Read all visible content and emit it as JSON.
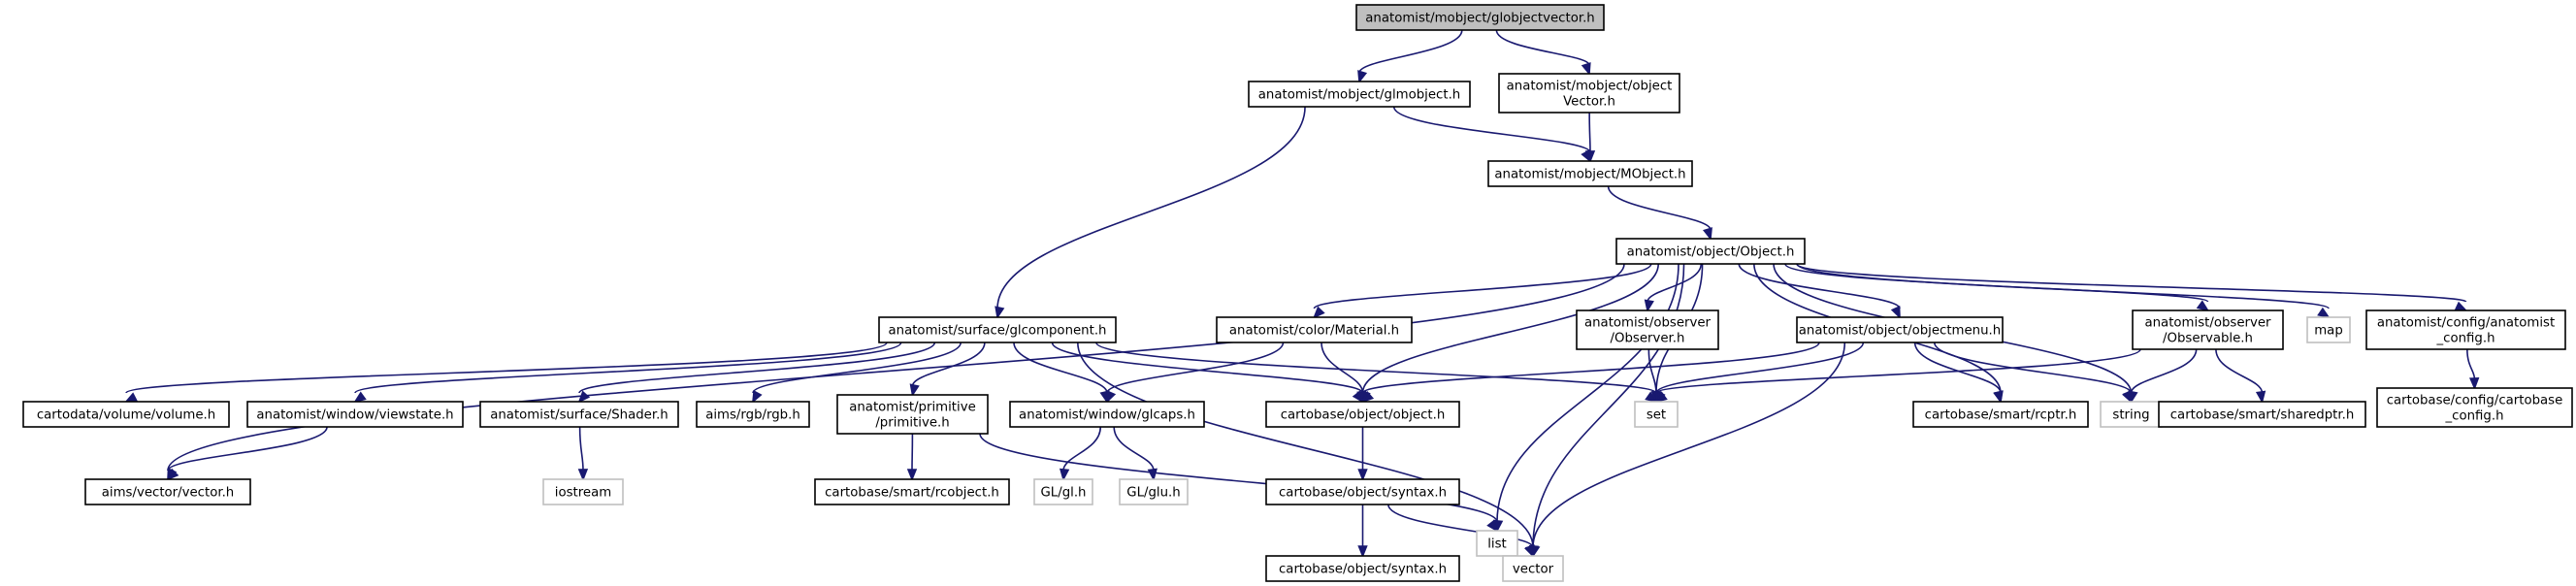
{
  "title": "anatomist/mobject/globjectvector.h",
  "colors": {
    "edge": "#191970",
    "root_fill": "#bfbfbf",
    "external_border": "#bfbfbf"
  },
  "nodes": [
    {
      "id": "root",
      "lines": [
        "anatomist/mobject/globjectvector.h"
      ],
      "kind": "root"
    },
    {
      "id": "glmobject",
      "lines": [
        "anatomist/mobject/glmobject.h"
      ],
      "kind": "normal"
    },
    {
      "id": "objectvector",
      "lines": [
        "anatomist/mobject/object",
        "Vector.h"
      ],
      "kind": "normal"
    },
    {
      "id": "mobject",
      "lines": [
        "anatomist/mobject/MObject.h"
      ],
      "kind": "normal"
    },
    {
      "id": "object",
      "lines": [
        "anatomist/object/Object.h"
      ],
      "kind": "normal"
    },
    {
      "id": "glcomponent",
      "lines": [
        "anatomist/surface/glcomponent.h"
      ],
      "kind": "normal"
    },
    {
      "id": "material",
      "lines": [
        "anatomist/color/Material.h"
      ],
      "kind": "normal"
    },
    {
      "id": "observer",
      "lines": [
        "anatomist/observer",
        "/Observer.h"
      ],
      "kind": "normal"
    },
    {
      "id": "objectmenu",
      "lines": [
        "anatomist/object/objectmenu.h"
      ],
      "kind": "normal"
    },
    {
      "id": "observable",
      "lines": [
        "anatomist/observer",
        "/Observable.h"
      ],
      "kind": "normal"
    },
    {
      "id": "map",
      "lines": [
        "map"
      ],
      "kind": "external"
    },
    {
      "id": "anaconfig",
      "lines": [
        "anatomist/config/anatomist",
        "_config.h"
      ],
      "kind": "normal"
    },
    {
      "id": "volume",
      "lines": [
        "cartodata/volume/volume.h"
      ],
      "kind": "normal"
    },
    {
      "id": "viewstate",
      "lines": [
        "anatomist/window/viewstate.h"
      ],
      "kind": "normal"
    },
    {
      "id": "shader",
      "lines": [
        "anatomist/surface/Shader.h"
      ],
      "kind": "normal"
    },
    {
      "id": "rgb",
      "lines": [
        "aims/rgb/rgb.h"
      ],
      "kind": "normal"
    },
    {
      "id": "primitive",
      "lines": [
        "anatomist/primitive",
        "/primitive.h"
      ],
      "kind": "normal"
    },
    {
      "id": "glcaps",
      "lines": [
        "anatomist/window/glcaps.h"
      ],
      "kind": "normal"
    },
    {
      "id": "cobject",
      "lines": [
        "cartobase/object/object.h"
      ],
      "kind": "normal"
    },
    {
      "id": "set",
      "lines": [
        "set"
      ],
      "kind": "external"
    },
    {
      "id": "rcptr",
      "lines": [
        "cartobase/smart/rcptr.h"
      ],
      "kind": "normal"
    },
    {
      "id": "string",
      "lines": [
        "string"
      ],
      "kind": "external"
    },
    {
      "id": "sharedptr",
      "lines": [
        "cartobase/smart/sharedptr.h"
      ],
      "kind": "normal"
    },
    {
      "id": "cartoconfig",
      "lines": [
        "cartobase/config/cartobase",
        "_config.h"
      ],
      "kind": "normal"
    },
    {
      "id": "aimsvector",
      "lines": [
        "aims/vector/vector.h"
      ],
      "kind": "normal"
    },
    {
      "id": "iostream",
      "lines": [
        "iostream"
      ],
      "kind": "external"
    },
    {
      "id": "rcobject",
      "lines": [
        "cartobase/smart/rcobject.h"
      ],
      "kind": "normal"
    },
    {
      "id": "glh",
      "lines": [
        "GL/gl.h"
      ],
      "kind": "external"
    },
    {
      "id": "gluh",
      "lines": [
        "GL/glu.h"
      ],
      "kind": "external"
    },
    {
      "id": "list",
      "lines": [
        "list"
      ],
      "kind": "external"
    },
    {
      "id": "syntax",
      "lines": [
        "cartobase/object/syntax.h"
      ],
      "kind": "normal"
    },
    {
      "id": "syntax2",
      "lines": [
        "cartobase/object/syntax.h"
      ],
      "kind": "normal"
    },
    {
      "id": "vector",
      "lines": [
        "vector"
      ],
      "kind": "external"
    }
  ],
  "edges": [
    [
      "root",
      "glmobject"
    ],
    [
      "root",
      "objectvector"
    ],
    [
      "glmobject",
      "mobject"
    ],
    [
      "glmobject",
      "glcomponent"
    ],
    [
      "objectvector",
      "mobject"
    ],
    [
      "mobject",
      "object"
    ],
    [
      "object",
      "aimsvector"
    ],
    [
      "object",
      "material"
    ],
    [
      "object",
      "cobject"
    ],
    [
      "object",
      "list"
    ],
    [
      "object",
      "observer"
    ],
    [
      "object",
      "objectmenu"
    ],
    [
      "object",
      "set"
    ],
    [
      "object",
      "vector"
    ],
    [
      "object",
      "rcptr"
    ],
    [
      "object",
      "observable"
    ],
    [
      "object",
      "string"
    ],
    [
      "object",
      "map"
    ],
    [
      "object",
      "anaconfig"
    ],
    [
      "glcomponent",
      "volume"
    ],
    [
      "glcomponent",
      "viewstate"
    ],
    [
      "glcomponent",
      "shader"
    ],
    [
      "glcomponent",
      "rgb"
    ],
    [
      "glcomponent",
      "primitive"
    ],
    [
      "glcomponent",
      "glcaps"
    ],
    [
      "glcomponent",
      "cobject"
    ],
    [
      "glcomponent",
      "set"
    ],
    [
      "glcomponent",
      "vector"
    ],
    [
      "material",
      "glcaps"
    ],
    [
      "material",
      "cobject"
    ],
    [
      "observer",
      "set"
    ],
    [
      "objectmenu",
      "cobject"
    ],
    [
      "objectmenu",
      "set"
    ],
    [
      "objectmenu",
      "rcptr"
    ],
    [
      "objectmenu",
      "string"
    ],
    [
      "objectmenu",
      "vector"
    ],
    [
      "observable",
      "set"
    ],
    [
      "observable",
      "string"
    ],
    [
      "observable",
      "sharedptr"
    ],
    [
      "anaconfig",
      "cartoconfig"
    ],
    [
      "viewstate",
      "aimsvector"
    ],
    [
      "shader",
      "iostream"
    ],
    [
      "primitive",
      "rcobject"
    ],
    [
      "primitive",
      "list"
    ],
    [
      "glcaps",
      "glh"
    ],
    [
      "glcaps",
      "gluh"
    ],
    [
      "cobject",
      "syntax"
    ],
    [
      "syntax",
      "syntax2"
    ],
    [
      "syntax",
      "vector"
    ]
  ]
}
